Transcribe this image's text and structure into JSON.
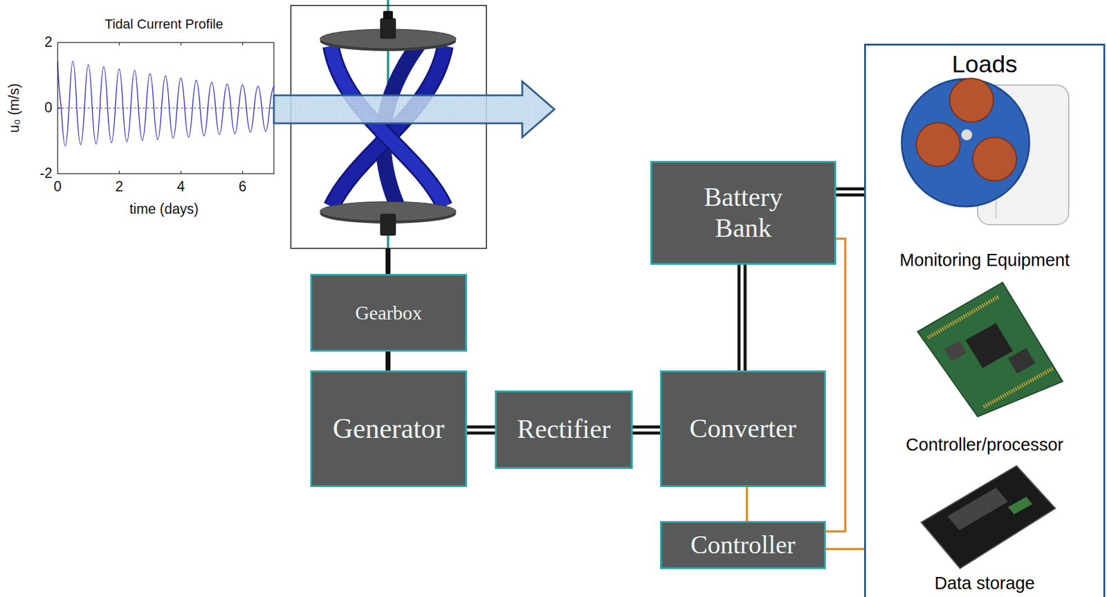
{
  "diagram": {
    "nodes": [
      {
        "text": [
          "Gearbox"
        ]
      },
      {
        "text": [
          "Generator"
        ]
      },
      {
        "text": [
          "Rectifier"
        ]
      },
      {
        "text": [
          "Converter"
        ]
      },
      {
        "text": [
          "Battery Bank"
        ]
      },
      {
        "text": [
          "Controller"
        ]
      },
      {
        "text": [
          "Loads",
          "Monitoring Equipment",
          "Controller/processor",
          "Data storage"
        ]
      }
    ],
    "edges": [
      {
        "from": 0,
        "to": 1,
        "arrow": "none"
      },
      {
        "from": 1,
        "to": 2,
        "arrow": "none"
      },
      {
        "from": 2,
        "to": 3,
        "arrow": "none"
      },
      {
        "from": 3,
        "to": 4,
        "arrow": "none"
      },
      {
        "from": 4,
        "to": 6,
        "arrow": "none"
      },
      {
        "from": 5,
        "to": 3,
        "arrow": "none"
      },
      {
        "from": 5,
        "to": 4,
        "arrow": "none"
      },
      {
        "from": 5,
        "to": 6,
        "arrow": "none"
      }
    ],
    "labels": [
      "Tidal Current Profile",
      "2",
      "0",
      "-2",
      "0",
      "2",
      "4",
      "6",
      "time (days)",
      "u₀ (m/s)"
    ]
  }
}
